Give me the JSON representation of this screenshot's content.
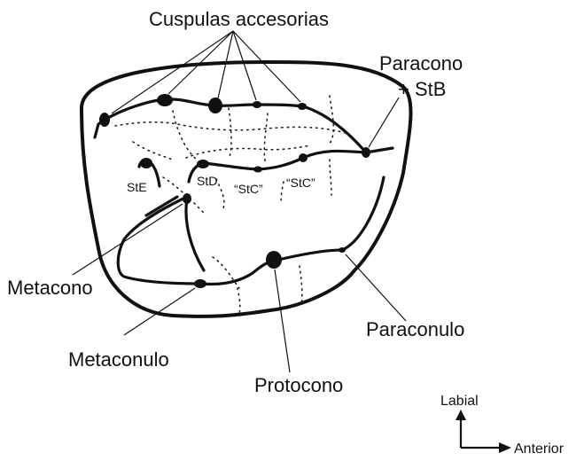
{
  "labels": {
    "accessory_cusps": "Cuspulas accesorias",
    "paracone": "Paracono",
    "paracone_stylar": "+ StB",
    "metacone": "Metacono",
    "metaconule": "Metaconulo",
    "protocone": "Protocono",
    "paraconule": "Paraconulo",
    "stylar_e": "StE",
    "stylar_d": "StD",
    "stylar_c_1": "“StC”",
    "stylar_c_2": "“StC”"
  },
  "orientation": {
    "up_label": "Labial",
    "right_label": "Anterior"
  }
}
